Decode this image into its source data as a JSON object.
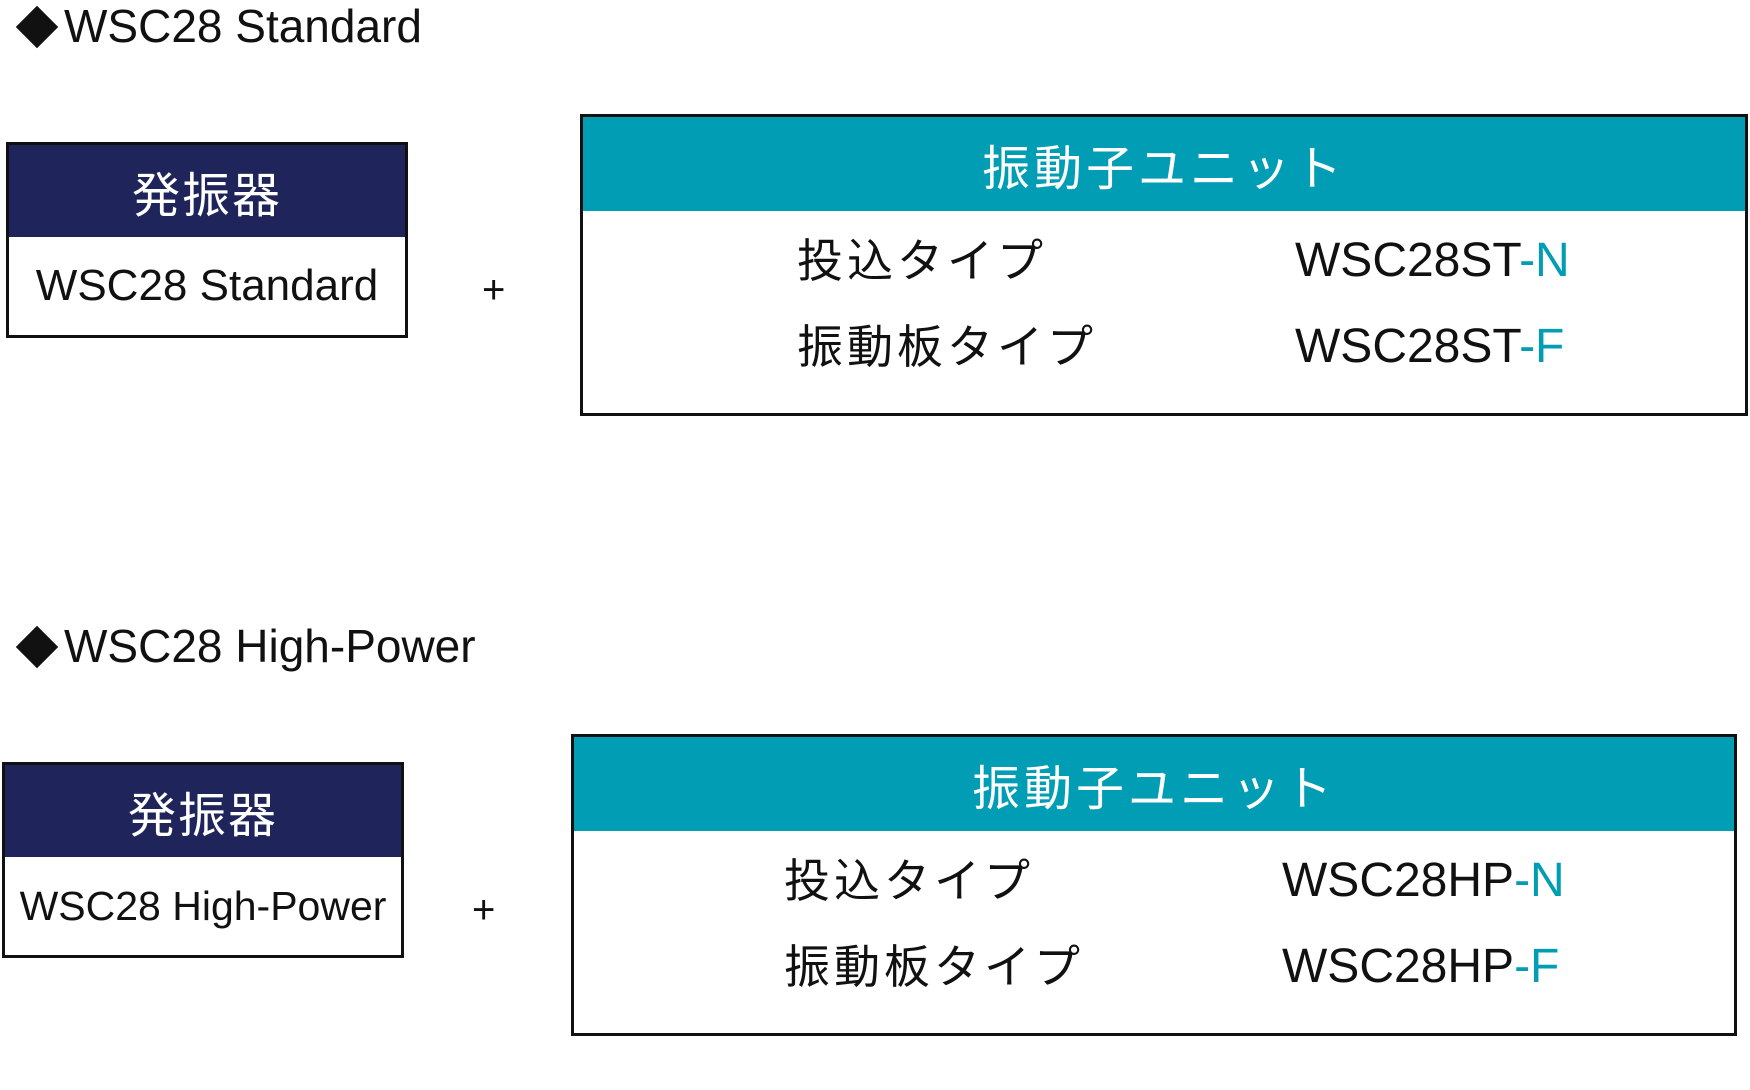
{
  "sections": [
    {
      "title": "WSC28 Standard",
      "oscillator": {
        "header": "発振器",
        "model": "WSC28 Standard"
      },
      "plus": "+",
      "unit": {
        "header": "振動子ユニット",
        "rows": [
          {
            "type": "投込タイプ",
            "model_base": "WSC28ST",
            "model_suffix": "-N"
          },
          {
            "type": "振動板タイプ",
            "model_base": "WSC28ST",
            "model_suffix": "-F"
          }
        ]
      }
    },
    {
      "title": "WSC28 High-Power",
      "oscillator": {
        "header": "発振器",
        "model": "WSC28 High-Power"
      },
      "plus": "+",
      "unit": {
        "header": "振動子ユニット",
        "rows": [
          {
            "type": "投込タイプ",
            "model_base": "WSC28HP",
            "model_suffix": "-N"
          },
          {
            "type": "振動板タイプ",
            "model_base": "WSC28HP",
            "model_suffix": "-F"
          }
        ]
      }
    }
  ],
  "colors": {
    "oscillator_header": "#1f255a",
    "unit_header": "#009db4",
    "suffix": "#009db4",
    "border": "#111111"
  },
  "icons": {
    "bullet": "black-diamond-icon"
  }
}
